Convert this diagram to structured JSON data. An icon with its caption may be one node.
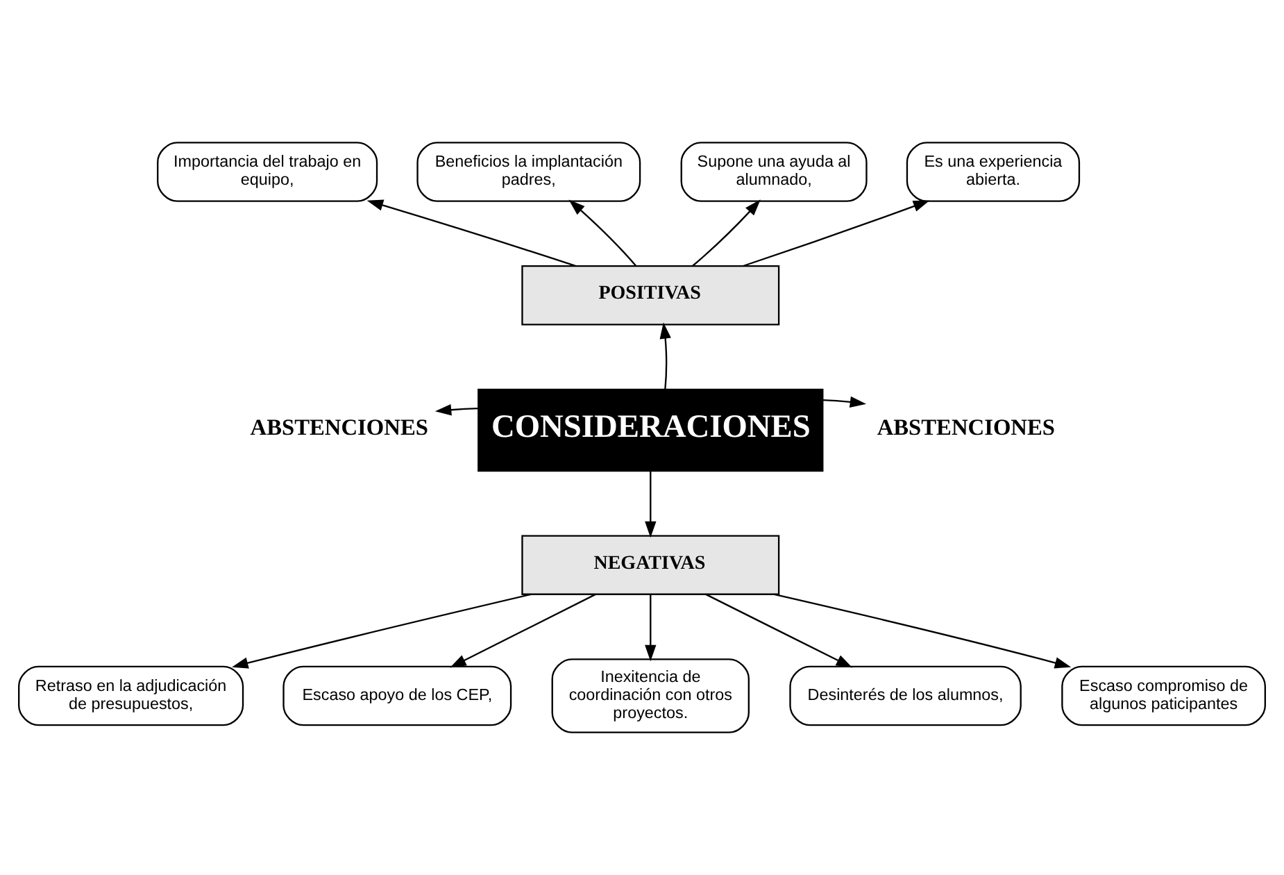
{
  "diagram": {
    "nodes": [
      {
        "text": [
          "CONSIDERACIONES"
        ]
      },
      {
        "text": [
          "POSITIVAS"
        ]
      },
      {
        "text": [
          "NEGATIVAS"
        ]
      },
      {
        "text": [
          "ABSTENCIONES"
        ]
      },
      {
        "text": [
          "ABSTENCIONES"
        ]
      },
      {
        "text": [
          "Importancia del trabajo en equipo,"
        ]
      },
      {
        "text": [
          "Beneficios la implantación padres,"
        ]
      },
      {
        "text": [
          "Supone una ayuda al alumnado,"
        ]
      },
      {
        "text": [
          "Es una experiencia abierta."
        ]
      },
      {
        "text": [
          "Retraso en la adjudicación de presupuestos,"
        ]
      },
      {
        "text": [
          "Escaso apoyo de los CEP,"
        ]
      },
      {
        "text": [
          "Inexitencia de coordinación con otros proyectos."
        ]
      },
      {
        "text": [
          "Desinterés de los alumnos,"
        ]
      },
      {
        "text": [
          "Escaso compromiso de algunos paticipantes"
        ]
      }
    ],
    "edges": [
      {
        "from": 0,
        "to": 1,
        "arrow": "to"
      },
      {
        "from": 0,
        "to": 3,
        "arrow": "to"
      },
      {
        "from": 0,
        "to": 4,
        "arrow": "to"
      },
      {
        "from": 0,
        "to": 2,
        "arrow": "to"
      },
      {
        "from": 1,
        "to": 5,
        "arrow": "to"
      },
      {
        "from": 1,
        "to": 6,
        "arrow": "to"
      },
      {
        "from": 1,
        "to": 7,
        "arrow": "to"
      },
      {
        "from": 1,
        "to": 8,
        "arrow": "to"
      },
      {
        "from": 2,
        "to": 9,
        "arrow": "to"
      },
      {
        "from": 2,
        "to": 10,
        "arrow": "to"
      },
      {
        "from": 2,
        "to": 11,
        "arrow": "to"
      },
      {
        "from": 2,
        "to": 12,
        "arrow": "to"
      },
      {
        "from": 2,
        "to": 13,
        "arrow": "to"
      }
    ]
  }
}
